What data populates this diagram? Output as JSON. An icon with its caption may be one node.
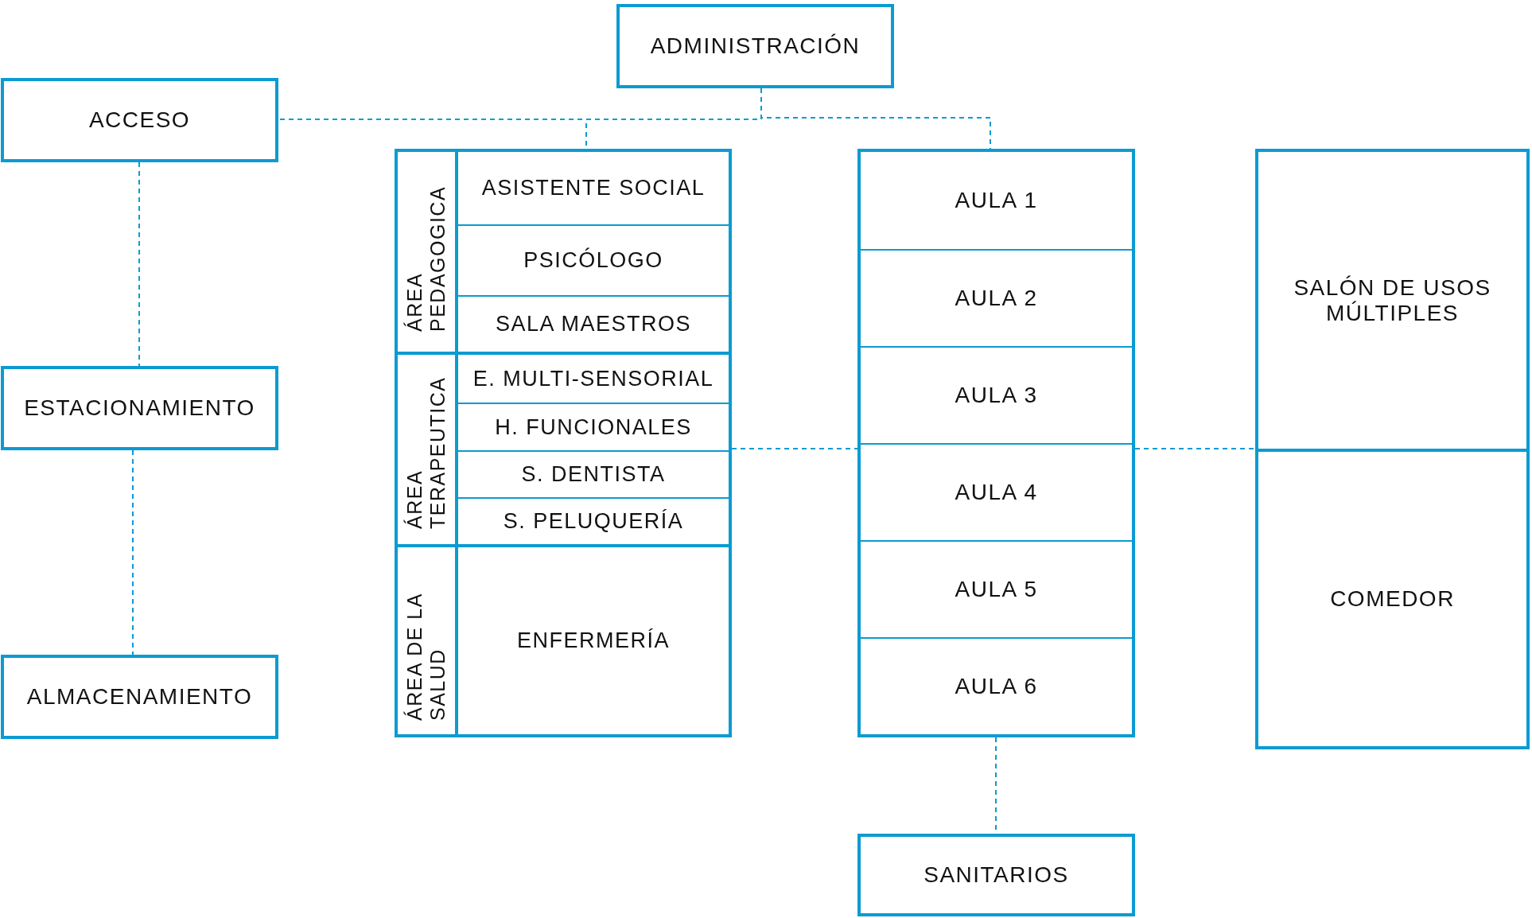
{
  "diagram": {
    "nodes": [
      {
        "text": [
          "ADMINISTRACIÓN"
        ]
      },
      {
        "text": [
          "ACCESO"
        ]
      },
      {
        "text": [
          "ESTACIONAMIENTO"
        ]
      },
      {
        "text": [
          "ALMACENAMIENTO"
        ]
      },
      {
        "text": [
          "ÁREA PEDAGOGICA"
        ]
      },
      {
        "text": [
          "ASISTENTE SOCIAL"
        ],
        "in": 4
      },
      {
        "text": [
          "PSICÓLOGO"
        ],
        "in": 4
      },
      {
        "text": [
          "SALA MAESTROS"
        ],
        "in": 4
      },
      {
        "text": [
          "ÁREA TERAPEUTICA"
        ]
      },
      {
        "text": [
          "E. MULTI-SENSORIAL"
        ],
        "in": 8
      },
      {
        "text": [
          "H. FUNCIONALES"
        ],
        "in": 8
      },
      {
        "text": [
          "S. DENTISTA"
        ],
        "in": 8
      },
      {
        "text": [
          "S. PELUQUERÍA"
        ],
        "in": 8
      },
      {
        "text": [
          "ÁREA DE LA SALUD"
        ]
      },
      {
        "text": [
          "ENFERMERÍA"
        ],
        "in": 13
      },
      {
        "text": [],
        "shape": "box"
      },
      {
        "text": [
          "AULA 1"
        ],
        "in": 15
      },
      {
        "text": [
          "AULA 2"
        ],
        "in": 15
      },
      {
        "text": [
          "AULA 3"
        ],
        "in": 15
      },
      {
        "text": [
          "AULA 4"
        ],
        "in": 15
      },
      {
        "text": [
          "AULA 5"
        ],
        "in": 15
      },
      {
        "text": [
          "AULA 6"
        ],
        "in": 15
      },
      {
        "text": [
          "SALÓN DE USOS MÚLTIPLES"
        ]
      },
      {
        "text": [
          "COMEDOR"
        ]
      },
      {
        "text": [
          "SANITARIOS"
        ]
      }
    ],
    "edges": [
      {
        "from": 0,
        "to": 1,
        "arrow": "none",
        "style": "dashed"
      },
      {
        "from": 0,
        "to": 5,
        "arrow": "none",
        "style": "dashed"
      },
      {
        "from": 0,
        "to": 15,
        "arrow": "none",
        "style": "dashed"
      },
      {
        "from": 1,
        "to": 2,
        "arrow": "none",
        "style": "dashed"
      },
      {
        "from": 2,
        "to": 3,
        "arrow": "none",
        "style": "dashed"
      },
      {
        "from": 8,
        "to": 15,
        "arrow": "none",
        "style": "dashed"
      },
      {
        "from": 15,
        "to": 22,
        "arrow": "none",
        "style": "dashed"
      },
      {
        "from": 15,
        "to": 24,
        "arrow": "none",
        "style": "dashed"
      }
    ]
  }
}
